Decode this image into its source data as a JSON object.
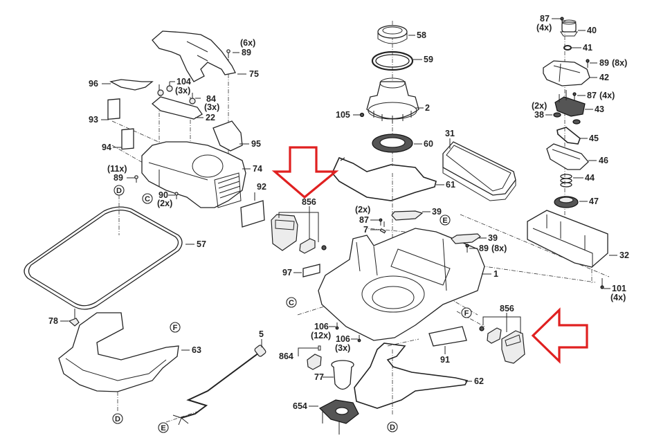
{
  "diagram": {
    "type": "exploded-parts-diagram",
    "highlight_color": "#e02020",
    "line_color": "#222222",
    "background": "#ffffff",
    "highlight_arrows": [
      {
        "direction": "down",
        "points_to": "856"
      },
      {
        "direction": "left",
        "points_to": "856"
      }
    ],
    "part_labels": {
      "p58": "58",
      "p59": "59",
      "p2": "2",
      "p105": "105",
      "p60": "60",
      "p61": "61",
      "p31": "31",
      "p40": "40",
      "p87a": "87",
      "p87a_qty": "(4x)",
      "p41": "41",
      "p89c": "89",
      "p89c_qty": "(8x)",
      "p42": "42",
      "p87b": "87",
      "p87b_qty": "(4x)",
      "p38": "38",
      "p38_qty": "(2x)",
      "p43": "43",
      "p45": "45",
      "p46": "46",
      "p44": "44",
      "p47": "47",
      "p32": "32",
      "p101": "101",
      "p101_qty": "(4x)",
      "p89a": "89",
      "p89a_qty": "(6x)",
      "p75": "75",
      "p96": "96",
      "p104": "104",
      "p104_qty": "(3x)",
      "p84": "84",
      "p84_qty": "(3x)",
      "p22": "22",
      "p93": "93",
      "p95": "95",
      "p94": "94",
      "p74": "74",
      "p89b": "89",
      "p89b_qty": "(11x)",
      "p92": "92",
      "p90": "90",
      "p90_qty": "(2x)",
      "p57": "57",
      "p856a": "856",
      "p97": "97",
      "p87c": "87",
      "p87c_qty": "(2x)",
      "p7": "7",
      "p39a": "39",
      "p39b": "39",
      "p89d": "89",
      "p89d_qty": "(8x)",
      "p1": "1",
      "p106a": "106",
      "p106a_qty": "(12x)",
      "p106b": "106",
      "p106b_qty": "(3x)",
      "p864": "864",
      "p77": "77",
      "p654": "654",
      "p91": "91",
      "p62": "62",
      "p856b": "856",
      "p78": "78",
      "p63": "63",
      "p5": "5"
    },
    "reference_markers": {
      "C1": "C",
      "C2": "C",
      "D1": "D",
      "D2": "D",
      "D3": "D",
      "E1": "E",
      "E2": "E",
      "F1": "F",
      "F2": "F"
    }
  }
}
